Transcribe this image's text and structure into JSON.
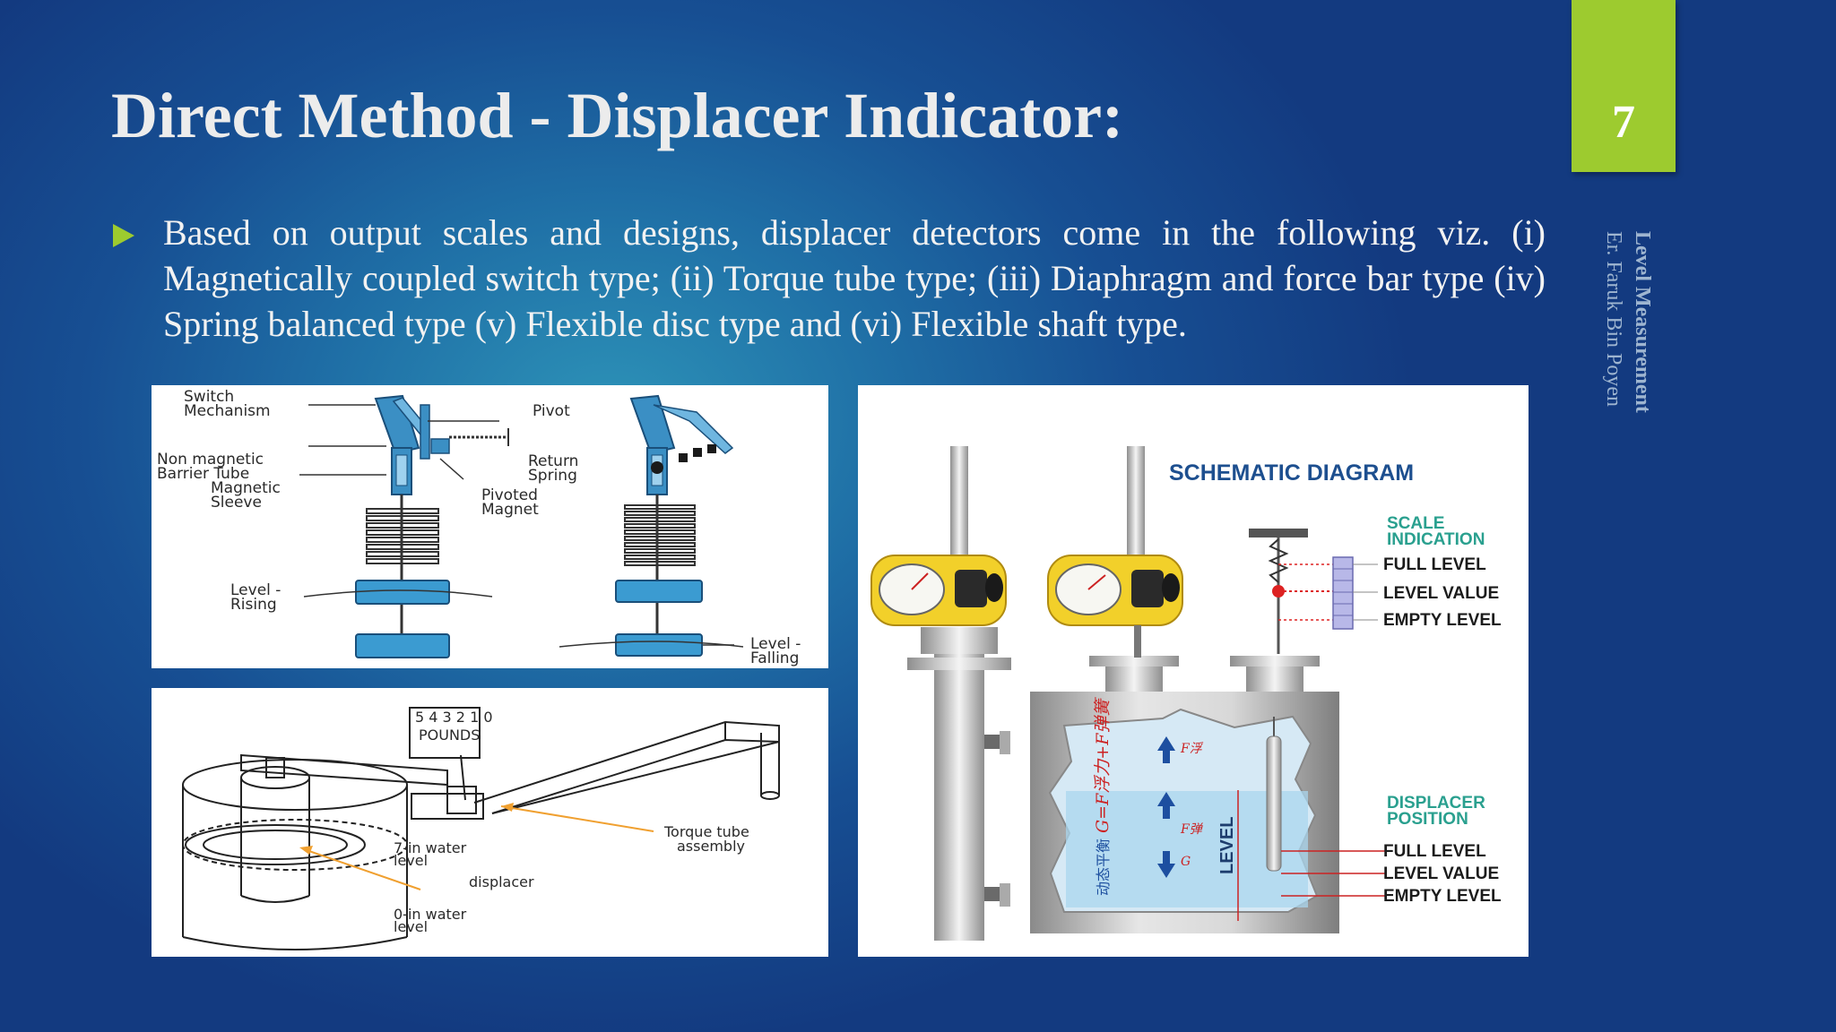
{
  "slide": {
    "title": "Direct Method - Displacer Indicator:",
    "number": "7",
    "side_title": "Level Measurement",
    "side_author": "Er. Faruk Bin Poyen",
    "bullet_text": "Based on output scales and designs, displacer detectors come in the following viz. (i) Magnetically coupled switch type; (ii) Torque tube type; (iii) Diaphragm and force bar type (iv) Spring balanced type (v) Flexible disc type and (vi) Flexible shaft type."
  },
  "colors": {
    "accent": "#9dcb2f",
    "background_light": "#2d93b8",
    "background_dark": "#133a80",
    "title_text": "#ececec"
  },
  "switch_diagram": {
    "label_switch": "Switch",
    "label_mechanism": "Mechanism",
    "label_pivot": "Pivot",
    "label_nonmagnetic": "Non magnetic",
    "label_barrier": "Barrier Tube",
    "label_magnetic": "Magnetic",
    "label_sleeve": "Sleeve",
    "label_return": "Return",
    "label_spring": "Spring",
    "label_pivoted": "Pivoted",
    "label_magnet": "Magnet",
    "label_level_rising_1": "Level -",
    "label_level_rising_2": "Rising",
    "label_level_falling_1": "Level -",
    "label_level_falling_2": "Falling"
  },
  "torque_diagram": {
    "scale_numbers": "5 4 3 2 1 0",
    "scale_label": "POUNDS",
    "label_torque_1": "Torque tube",
    "label_torque_2": "assembly",
    "label_7in_1": "7-in  water",
    "label_7in_2": "level",
    "label_displacer": "displacer",
    "label_0in_1": "0-in  water",
    "label_0in_2": "level"
  },
  "schematic": {
    "title": "SCHEMATIC DIAGRAM",
    "scale_indication_1": "SCALE",
    "scale_indication_2": "INDICATION",
    "full_level": "FULL LEVEL",
    "level_value": "LEVEL VALUE",
    "empty_level": "EMPTY LEVEL",
    "displacer_position_1": "DISPLACER",
    "displacer_position_2": "POSITION",
    "full_level_2": "FULL LEVEL",
    "level_value_2": "LEVEL VALUE",
    "empty_level_2": "EMPTY LEVEL",
    "level_word": "LEVEL",
    "equation": "G=F浮力+F弹簧",
    "equation_prefix": "动态平衡",
    "f_up_1": "F浮",
    "f_up_2": "F弹",
    "g_label": "G"
  }
}
